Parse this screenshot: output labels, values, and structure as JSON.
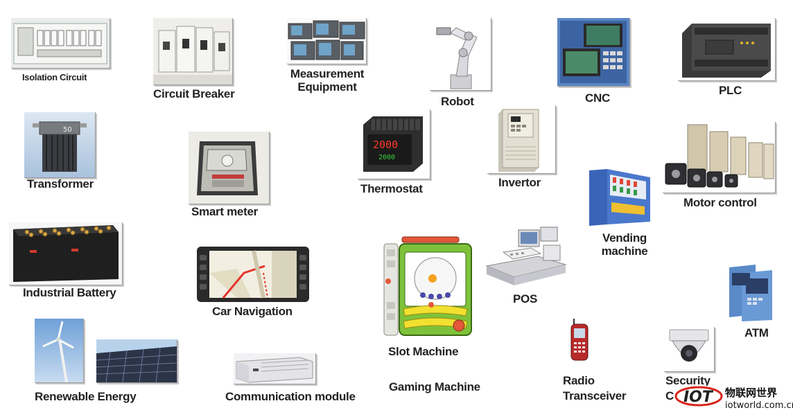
{
  "items": [
    {
      "id": "isolation-circuit",
      "label": "Isolation Circuit"
    },
    {
      "id": "circuit-breaker",
      "label": "Circuit Breaker"
    },
    {
      "id": "measurement-equipment",
      "label1": "Measurement",
      "label2": "Equipment"
    },
    {
      "id": "robot",
      "label": "Robot"
    },
    {
      "id": "cnc",
      "label": "CNC"
    },
    {
      "id": "plc",
      "label": "PLC"
    },
    {
      "id": "transformer",
      "label": "Transformer"
    },
    {
      "id": "smart-meter",
      "label": "Smart meter"
    },
    {
      "id": "thermostat",
      "label": "Thermostat"
    },
    {
      "id": "invertor",
      "label": "Invertor"
    },
    {
      "id": "motor-control",
      "label": "Motor control"
    },
    {
      "id": "vending-machine",
      "label1": "Vending",
      "label2": "machine"
    },
    {
      "id": "industrial-battery",
      "label": "Industrial Battery"
    },
    {
      "id": "car-navigation",
      "label": "Car Navigation"
    },
    {
      "id": "slot-machine",
      "label": "Slot Machine"
    },
    {
      "id": "pos",
      "label": "POS"
    },
    {
      "id": "atm",
      "label": "ATM"
    },
    {
      "id": "gaming-machine",
      "label": "Gaming Machine"
    },
    {
      "id": "renewable-energy",
      "label": "Renewable Energy"
    },
    {
      "id": "communication-module",
      "label": "Communication module"
    },
    {
      "id": "radio-transceiver",
      "label1": "Radio",
      "label2": "Transceiver"
    },
    {
      "id": "security-camera",
      "label1": "Security",
      "label2": "C"
    }
  ],
  "thermostat_display": {
    "pv": "2000",
    "sv": "2000"
  },
  "transformer_tag": "50",
  "watermark": {
    "title": "物联网世界",
    "url": "iotworld.com.cn",
    "logo_text": "IOT"
  },
  "colors": {
    "label": "#222222",
    "frame": "#999999",
    "background": "#ffffff",
    "logo_red": "#d7261e"
  }
}
